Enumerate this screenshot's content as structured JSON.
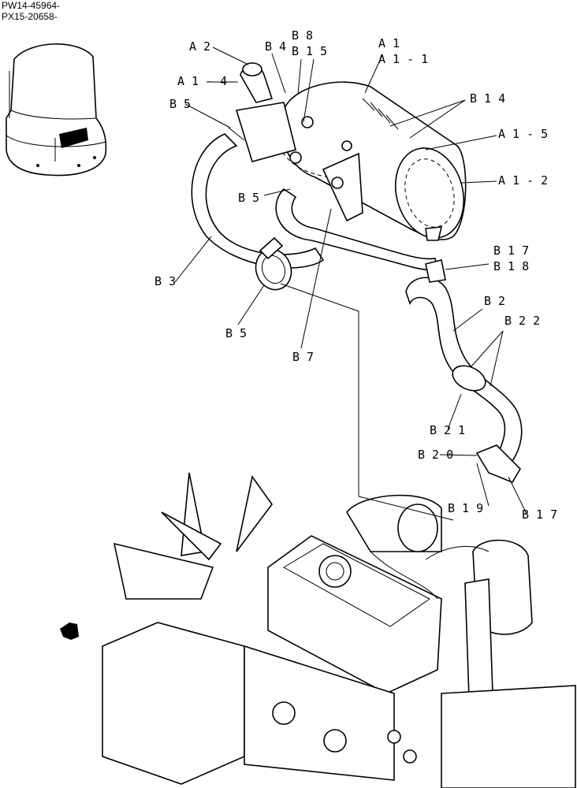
{
  "header": {
    "line1": "PW14-45964-",
    "line2": "PX15-20658-"
  },
  "callouts": [
    {
      "id": "A2",
      "text": "A 2"
    },
    {
      "id": "B4",
      "text": "B 4"
    },
    {
      "id": "B8",
      "text": "B 8"
    },
    {
      "id": "B15",
      "text": "B 1 5"
    },
    {
      "id": "A1",
      "text": "A 1"
    },
    {
      "id": "A1-1",
      "text": "A 1 - 1"
    },
    {
      "id": "A1-4",
      "text": "A 1 - 4"
    },
    {
      "id": "B5a",
      "text": "B 5"
    },
    {
      "id": "B14",
      "text": "B 1 4"
    },
    {
      "id": "A1-5",
      "text": "A 1 - 5"
    },
    {
      "id": "A1-2",
      "text": "A 1 - 2"
    },
    {
      "id": "B5b",
      "text": "B 5"
    },
    {
      "id": "B17a",
      "text": "B 1 7"
    },
    {
      "id": "B18",
      "text": "B 1 8"
    },
    {
      "id": "B3",
      "text": "B 3"
    },
    {
      "id": "B2",
      "text": "B 2"
    },
    {
      "id": "B22",
      "text": "B 2 2"
    },
    {
      "id": "B5c",
      "text": "B 5"
    },
    {
      "id": "B7",
      "text": "B 7"
    },
    {
      "id": "B21",
      "text": "B 2 1"
    },
    {
      "id": "B20",
      "text": "B 2 0"
    },
    {
      "id": "B19",
      "text": "B 1 9"
    },
    {
      "id": "B17b",
      "text": "B 1 7"
    }
  ],
  "icons": {
    "locator": "machine-locator-icon",
    "arrow": "direction-arrow-icon"
  },
  "colors": {
    "line": "#000000",
    "background": "#ffffff"
  }
}
